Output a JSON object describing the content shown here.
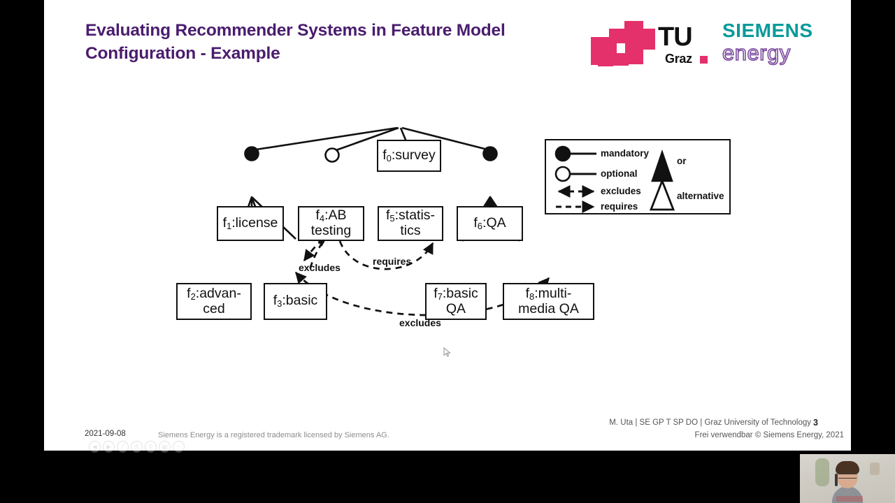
{
  "slide": {
    "title": "Evaluating Recommender Systems in Feature Model Configuration - Example",
    "title_line1": "Evaluating Recommender Systems in Feature Model",
    "title_line2": "Configuration - Example",
    "title_color": "#4A1C6E"
  },
  "logos": {
    "tugraz": {
      "tu_text": "TU",
      "graz_text": "Graz",
      "accent_color": "#E5316B"
    },
    "siemens": {
      "siemens_text": "SIEMENS",
      "energy_text": "energy",
      "siemens_color": "#0B9A9A",
      "energy_color": "#7B4A9E"
    }
  },
  "diagram": {
    "type": "feature-model-tree",
    "nodes": [
      {
        "id": "f0",
        "label_id": "f",
        "sub": "0",
        "name": ":survey",
        "line1": "f0:survey",
        "line2": ""
      },
      {
        "id": "f1",
        "label_id": "f",
        "sub": "1",
        "name": ":license",
        "line1": "f1:license",
        "line2": ""
      },
      {
        "id": "f4",
        "label_id": "f",
        "sub": "4",
        "name": ":AB testing",
        "line1": "f4:AB",
        "line2": "testing"
      },
      {
        "id": "f5",
        "label_id": "f",
        "sub": "5",
        "name": ":statistics",
        "line1": "f5:statis-",
        "line2": "tics"
      },
      {
        "id": "f6",
        "label_id": "f",
        "sub": "6",
        "name": ":QA",
        "line1": "f6:QA",
        "line2": ""
      },
      {
        "id": "f2",
        "label_id": "f",
        "sub": "2",
        "name": ":advanced",
        "line1": "f2:advan-",
        "line2": "ced"
      },
      {
        "id": "f3",
        "label_id": "f",
        "sub": "3",
        "name": ":basic",
        "line1": "f3:basic",
        "line2": ""
      },
      {
        "id": "f7",
        "label_id": "f",
        "sub": "7",
        "name": ":basic QA",
        "line1": "f7:basic",
        "line2": "QA"
      },
      {
        "id": "f8",
        "label_id": "f",
        "sub": "8",
        "name": ":multimedia QA",
        "line1": "f8:multi-",
        "line2": "media QA"
      }
    ],
    "edge_labels": {
      "excludes_f4_f3": "excludes",
      "requires_f3_f5": "requires",
      "excludes_f3_f8": "excludes"
    },
    "relations": [
      {
        "parent": "f0",
        "child": "f1",
        "kind": "mandatory"
      },
      {
        "parent": "f0",
        "child": "f4",
        "kind": "optional"
      },
      {
        "parent": "f0",
        "child": "f5",
        "kind": "optional"
      },
      {
        "parent": "f0",
        "child": "f6",
        "kind": "mandatory"
      },
      {
        "parent": "f1",
        "children": [
          "f2",
          "f3"
        ],
        "kind": "alternative"
      },
      {
        "parent": "f6",
        "children": [
          "f7",
          "f8"
        ],
        "kind": "or"
      }
    ]
  },
  "legend": {
    "items": [
      {
        "key": "mandatory",
        "label": "mandatory"
      },
      {
        "key": "optional",
        "label": "optional"
      },
      {
        "key": "excludes",
        "label": "excludes"
      },
      {
        "key": "requires",
        "label": "requires"
      },
      {
        "key": "or",
        "label": "or"
      },
      {
        "key": "alternative",
        "label": "alternative"
      }
    ]
  },
  "footer": {
    "date": "2021-09-08",
    "trademark": "Siemens Energy is a registered trademark licensed by Siemens AG.",
    "author": "M. Uta | SE GP T SP DO | Graz University of Technology",
    "page_number": "3",
    "copyright": "Frei verwendbar © Siemens Energy, 2021"
  },
  "player_controls": {
    "buttons": [
      {
        "name": "previous-icon",
        "glyph": "◀"
      },
      {
        "name": "play-icon",
        "glyph": "▶"
      },
      {
        "name": "pen-icon",
        "glyph": "╱"
      },
      {
        "name": "print-icon",
        "glyph": "⎙"
      },
      {
        "name": "zoom-icon",
        "glyph": "⚲"
      },
      {
        "name": "slide-icon",
        "glyph": "▤"
      },
      {
        "name": "minus-icon",
        "glyph": "−"
      }
    ]
  }
}
